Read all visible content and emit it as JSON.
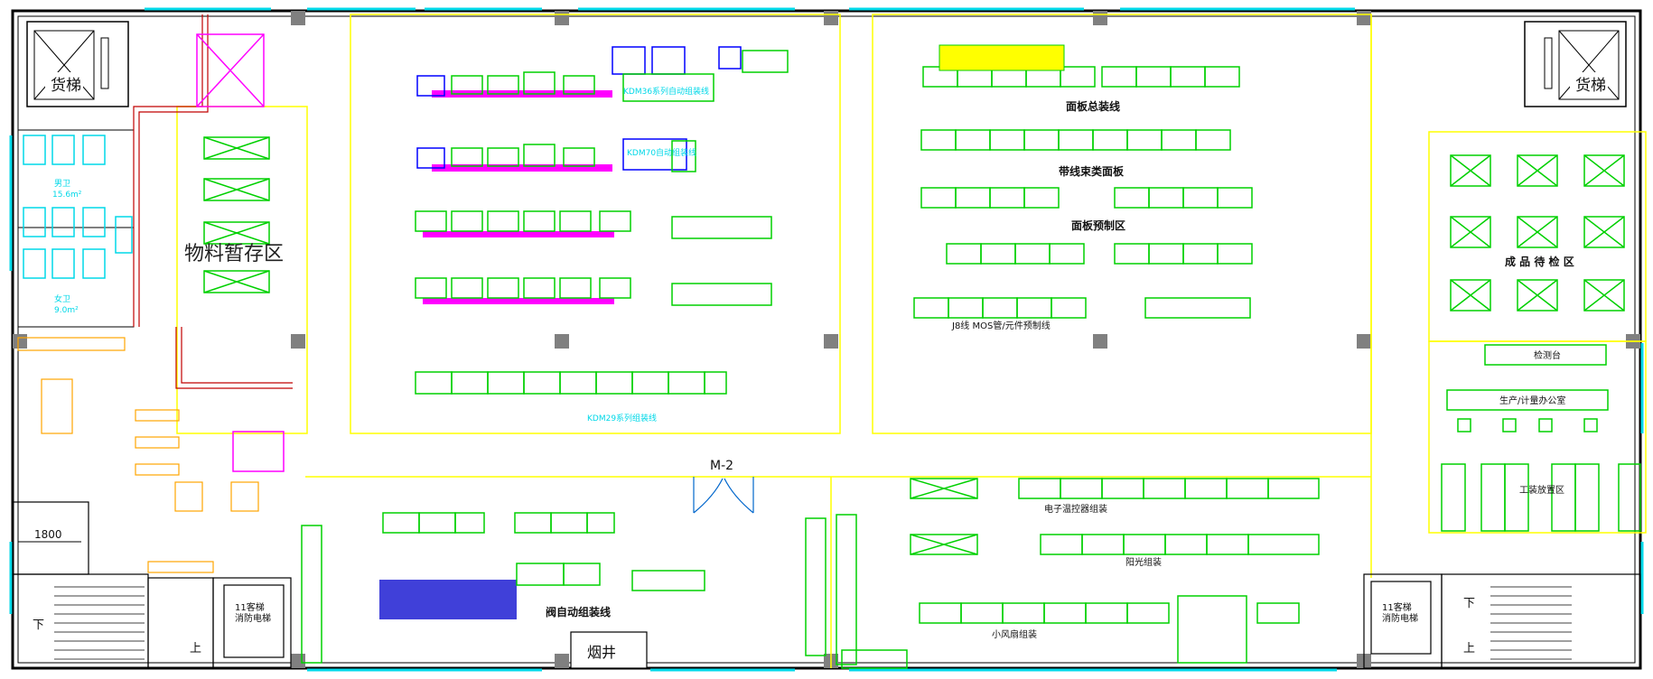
{
  "title": "",
  "labels": {
    "elevator_left": "货梯",
    "elevator_right": "货梯",
    "material_zone": "物料暂存区",
    "toilet_male": "男卫",
    "toilet_male_area": "15.6m²",
    "toilet_female": "女卫",
    "toilet_female_area": "9.0m²",
    "door_m2": "M-2",
    "dim_1800": "1800",
    "chimney": "烟井",
    "stair_down_left": "下",
    "stair_up_left": "上",
    "stair_down_right": "下",
    "stair_up_right": "上",
    "fire_elevator_left": "11客梯\n消防电梯",
    "fire_elevator_right": "11客梯\n消防电梯",
    "panel_assembly": "面板总装线",
    "harness_panel": "带线束类面板",
    "panel_prefab": "面板预制区",
    "j8_line": "J8线 MOS管/元件预制线",
    "finished_zone": "成 品 待 检 区",
    "inspection_desk": "检测台",
    "office": "生产/计量办公室",
    "tooling_zone": "工装放置区",
    "controller_assembly": "电子温控器组装",
    "sunlight_assembly": "阳光组装",
    "small_fan_assembly": "小风扇组装",
    "valve_line": "阀自动组装线",
    "kdm36_line": "KDM36系列自动组装线",
    "kdm70_line": "KDM70自动组装线",
    "kdm29_line": "KDM29系列组装线"
  },
  "colors": {
    "wall": "#000000",
    "column": "#808080",
    "yellow_line": "#ffff00",
    "equipment": "#00d000",
    "conveyor": "#ff00ff",
    "machine": "#0000ff",
    "cyan": "#00d8e8",
    "red": "#ff0000",
    "orange": "#ffa500"
  }
}
